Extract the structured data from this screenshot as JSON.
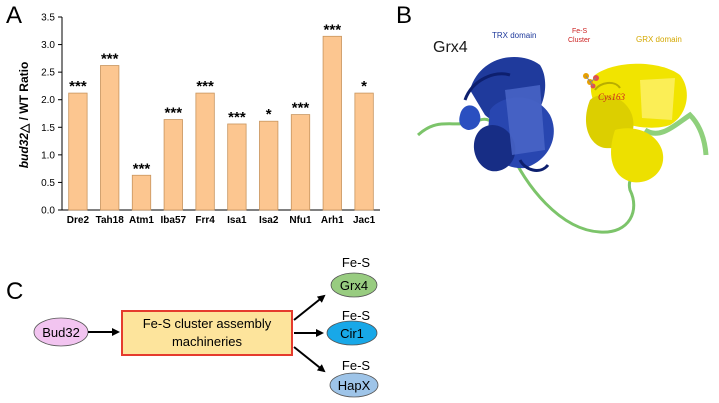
{
  "panels": {
    "a": "A",
    "b": "B",
    "c": "C"
  },
  "chart_data": {
    "type": "bar",
    "ylabel_italic": "bud32",
    "ylabel_rest": "△ / WT Ratio",
    "ylim": [
      0,
      3.5
    ],
    "yticks": [
      "0.0",
      "0.5",
      "1.0",
      "1.5",
      "2.0",
      "2.5",
      "3.0",
      "3.5"
    ],
    "categories": [
      "Dre2",
      "Tah18",
      "Atm1",
      "Iba57",
      "Frr4",
      "Isa1",
      "Isa2",
      "Nfu1",
      "Arh1",
      "Jac1"
    ],
    "values": [
      2.12,
      2.62,
      0.63,
      1.64,
      2.12,
      1.56,
      1.61,
      1.73,
      3.15,
      2.12
    ],
    "significance": [
      "***",
      "***",
      "***",
      "***",
      "***",
      "***",
      "*",
      "***",
      "***",
      "*"
    ],
    "bar_color": "#fcc690",
    "bar_edge": "#c8955e"
  },
  "structure": {
    "title": "Grx4",
    "trx_label": "TRX domain",
    "grx_label": "GRX domain",
    "fes_label_1": "Fe-S",
    "fes_label_2": "Cluster",
    "cys_label": "Cys163",
    "colors": {
      "trx": "#1f3a9c",
      "grx": "#f1e400",
      "linker": "#7cc46a"
    }
  },
  "diagram": {
    "source": "Bud32",
    "machinery_line1": "Fe-S cluster  assembly",
    "machinery_line2": "machineries",
    "targets": [
      {
        "cofactor": "Fe-S",
        "name": "Grx4",
        "color": "#98cc80"
      },
      {
        "cofactor": "Fe-S",
        "name": "Cir1",
        "color": "#18a8e8"
      },
      {
        "cofactor": "Fe-S",
        "name": "HapX",
        "color": "#9ec4e8"
      }
    ],
    "colors": {
      "source": "#f2c4f0",
      "box_fill": "#fde49c",
      "box_border": "#e53b2e"
    }
  }
}
